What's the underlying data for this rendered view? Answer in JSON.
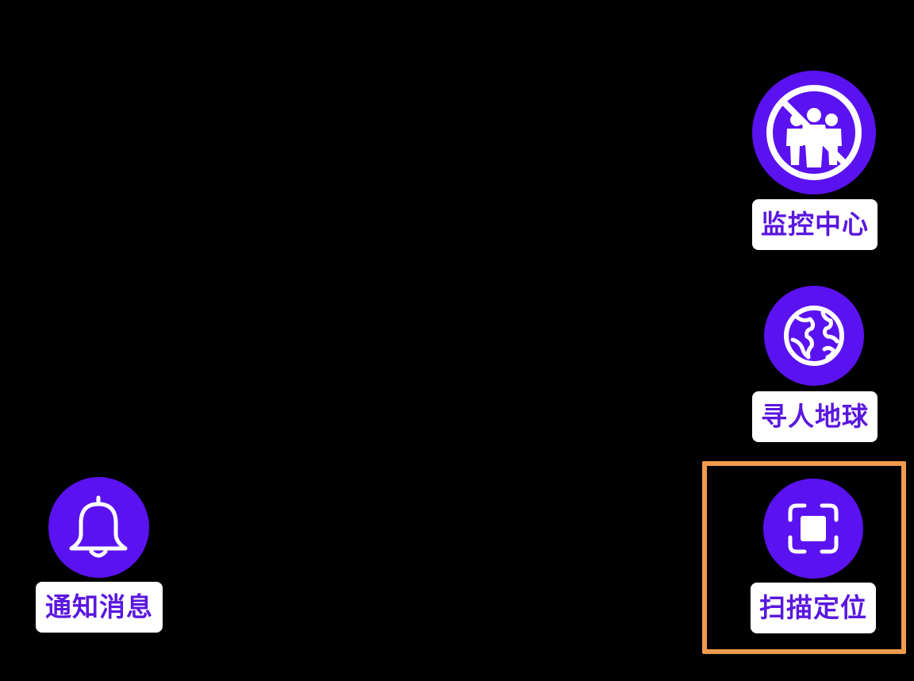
{
  "menu": {
    "monitor": {
      "label": "监控中心",
      "icon": "team-no-entry-icon"
    },
    "find_people": {
      "label": "寻人地球",
      "icon": "globe-icon"
    },
    "scan": {
      "label": "扫描定位",
      "icon": "scan-icon"
    },
    "notifications": {
      "label": "通知消息",
      "icon": "bell-icon"
    }
  },
  "colors": {
    "background": "#000000",
    "accent": "#5b12f0",
    "label_text": "#5a17df",
    "label_bg": "#ffffff",
    "highlight": "#f29a4e"
  }
}
